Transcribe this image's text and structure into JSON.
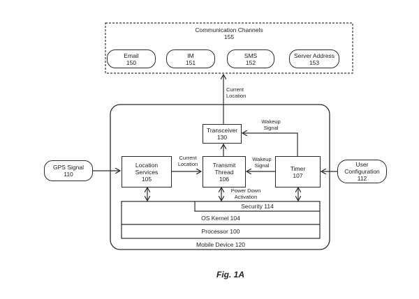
{
  "comm_channels": {
    "title": "Communication Channels",
    "ref": "155",
    "items": [
      {
        "label": "Email",
        "ref": "150"
      },
      {
        "label": "IM",
        "ref": "151"
      },
      {
        "label": "SMS",
        "ref": "152"
      },
      {
        "label": "Server Address",
        "ref": "153"
      }
    ]
  },
  "edges": {
    "current_location_up": [
      "Current",
      "Location"
    ],
    "wakeup_signal_top": [
      "Wakeup",
      "Signal"
    ],
    "current_location_mid": [
      "Current",
      "Location"
    ],
    "wakeup_signal_mid": [
      "Wakeup",
      "Signal"
    ],
    "power_down": [
      "Power Down",
      "Activation"
    ]
  },
  "transceiver": {
    "label": "Transceiver",
    "ref": "130"
  },
  "location_services": {
    "label1": "Location",
    "label2": "Services",
    "ref": "105"
  },
  "transmit_thread": {
    "label1": "Transmit",
    "label2": "Thread",
    "ref": "106"
  },
  "timer": {
    "label": "Timer",
    "ref": "107"
  },
  "gps_signal": {
    "label": "GPS Signal",
    "ref": "110"
  },
  "user_config": {
    "label1": "User",
    "label2": "Configuration",
    "ref": "112"
  },
  "layers": {
    "security": "Security 114",
    "os_kernel": "OS Kernel 104",
    "processor": "Processor 100"
  },
  "mobile_device": "Mobile Device 120",
  "figure_label": "Fig. 1A"
}
